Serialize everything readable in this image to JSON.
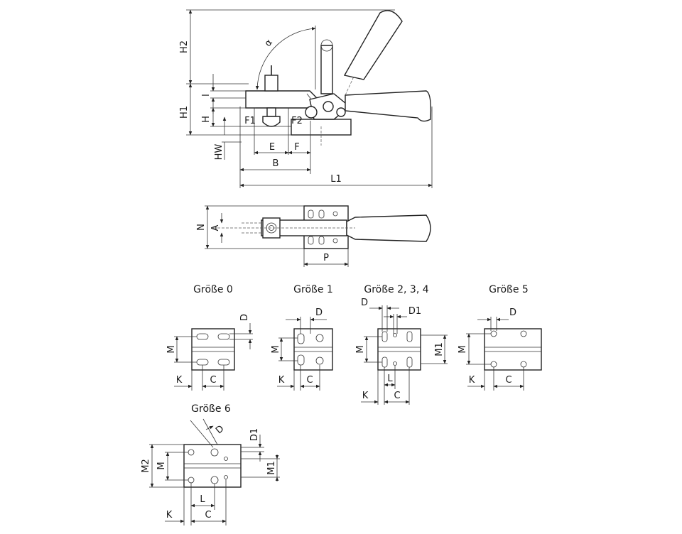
{
  "side_view": {
    "dims": {
      "h2": "H2",
      "alpha": "α",
      "l": "l",
      "h1": "H1",
      "h": "H",
      "f1": "F1",
      "f2": "F2",
      "hw": "HW",
      "e": "E",
      "f": "F",
      "b": "B",
      "l1": "L1"
    }
  },
  "top_view": {
    "dims": {
      "n": "N",
      "a": "A",
      "p": "P"
    }
  },
  "sizes": {
    "size0": {
      "title": "Größe 0",
      "d": "D",
      "m": "M",
      "k": "K",
      "c": "C"
    },
    "size1": {
      "title": "Größe 1",
      "d": "D",
      "m": "M",
      "k": "K",
      "c": "C"
    },
    "size234": {
      "title": "Größe 2, 3, 4",
      "d": "D",
      "d1": "D1",
      "m": "M",
      "m1": "M1",
      "l": "L",
      "k": "K",
      "c": "C"
    },
    "size5": {
      "title": "Größe 5",
      "d": "D",
      "m": "M",
      "k": "K",
      "c": "C"
    },
    "size6": {
      "title": "Größe 6",
      "d": "D",
      "d1": "D1",
      "m2": "M2",
      "m": "M",
      "m1": "M1",
      "l": "L",
      "k": "K",
      "c": "C"
    }
  }
}
